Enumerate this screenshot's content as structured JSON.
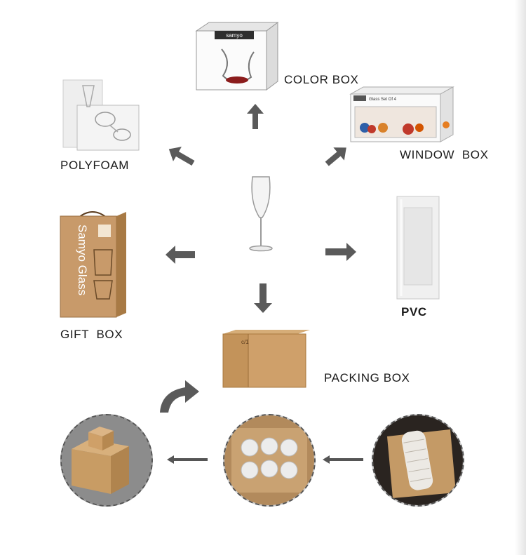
{
  "labels": {
    "color_box": "COLOR BOX",
    "window_box": "WINDOW  BOX",
    "polyfoam": "POLYFOAM",
    "gift_box": "GIFT  BOX",
    "pvc": "PVC",
    "packing_box": "PACKING BOX"
  },
  "product_prints": {
    "color_box_brand": "samyo",
    "window_box_title": "Glass Set Of 4",
    "gift_box_brand": "Samyo Glass"
  },
  "colors": {
    "arrow": "#5a5a5a",
    "cardboard": "#c79a62",
    "cardboard_dark": "#a87a45",
    "text": "#1a1a1a"
  },
  "icons": [
    "arrow-up-icon",
    "arrow-up-left-icon",
    "arrow-up-right-icon",
    "arrow-left-icon",
    "arrow-right-icon",
    "arrow-down-icon",
    "curved-arrow-icon",
    "thin-arrow-left-icon"
  ]
}
